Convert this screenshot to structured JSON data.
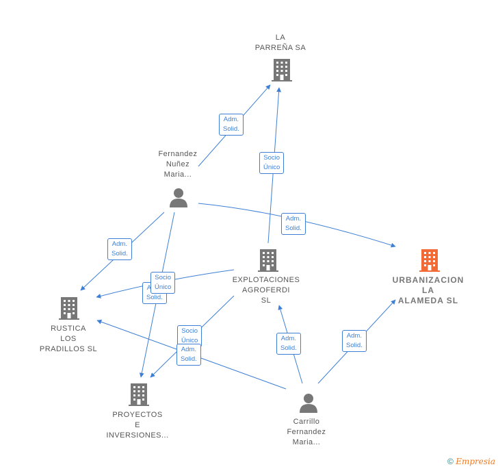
{
  "nodes": {
    "la_parrena": {
      "lines": [
        "LA",
        "PARREÑA SA"
      ],
      "kind": "company"
    },
    "fernandez": {
      "lines": [
        "Fernandez",
        "Nuñez",
        "Maria..."
      ],
      "kind": "person"
    },
    "explotaciones": {
      "lines": [
        "EXPLOTACIONES",
        "AGROFERDI",
        "SL"
      ],
      "kind": "company"
    },
    "urbanizacion": {
      "lines": [
        "URBANIZACION",
        "LA",
        "ALAMEDA SL"
      ],
      "kind": "focus"
    },
    "rustica": {
      "lines": [
        "RUSTICA",
        "LOS",
        "PRADILLOS SL"
      ],
      "kind": "company"
    },
    "proyectos": {
      "lines": [
        "PROYECTOS",
        "E",
        "INVERSIONES..."
      ],
      "kind": "company"
    },
    "carrillo": {
      "lines": [
        "Carrillo",
        "Fernandez",
        "Maria..."
      ],
      "kind": "person"
    }
  },
  "edge_labels": [
    {
      "lines": [
        "Adm.",
        "Solid."
      ]
    },
    {
      "lines": [
        "Socio",
        "Único"
      ]
    },
    {
      "lines": [
        "Adm.",
        "Solid."
      ]
    },
    {
      "lines": [
        "Adm.",
        "Solid."
      ]
    },
    {
      "lines": [
        "Socio",
        "Único"
      ]
    },
    {
      "lines": [
        "Adm.",
        "Solid."
      ]
    },
    {
      "lines": [
        "Socio",
        "Único"
      ]
    },
    {
      "lines": [
        "Adm.",
        "Solid."
      ]
    },
    {
      "lines": [
        "Adm.",
        "Solid."
      ]
    },
    {
      "lines": [
        "Adm.",
        "Solid."
      ]
    }
  ],
  "colors": {
    "edge": "#3d7fd6",
    "icon": "#777777",
    "focus_icon": "#f26a36"
  },
  "footer": {
    "copyright": "©",
    "brand": "Empresia"
  }
}
